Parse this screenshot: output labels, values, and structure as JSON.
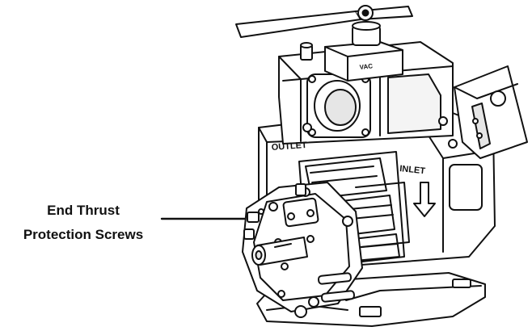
{
  "callout": {
    "line1": "End Thrust",
    "line2": "Protection Screws"
  },
  "pump_labels": {
    "outlet": "OUTLET",
    "inlet": "INLET",
    "valve_marking": "VAC"
  },
  "colors": {
    "ink": "#111111",
    "paper": "#ffffff",
    "shade": "#e6e6e6"
  }
}
